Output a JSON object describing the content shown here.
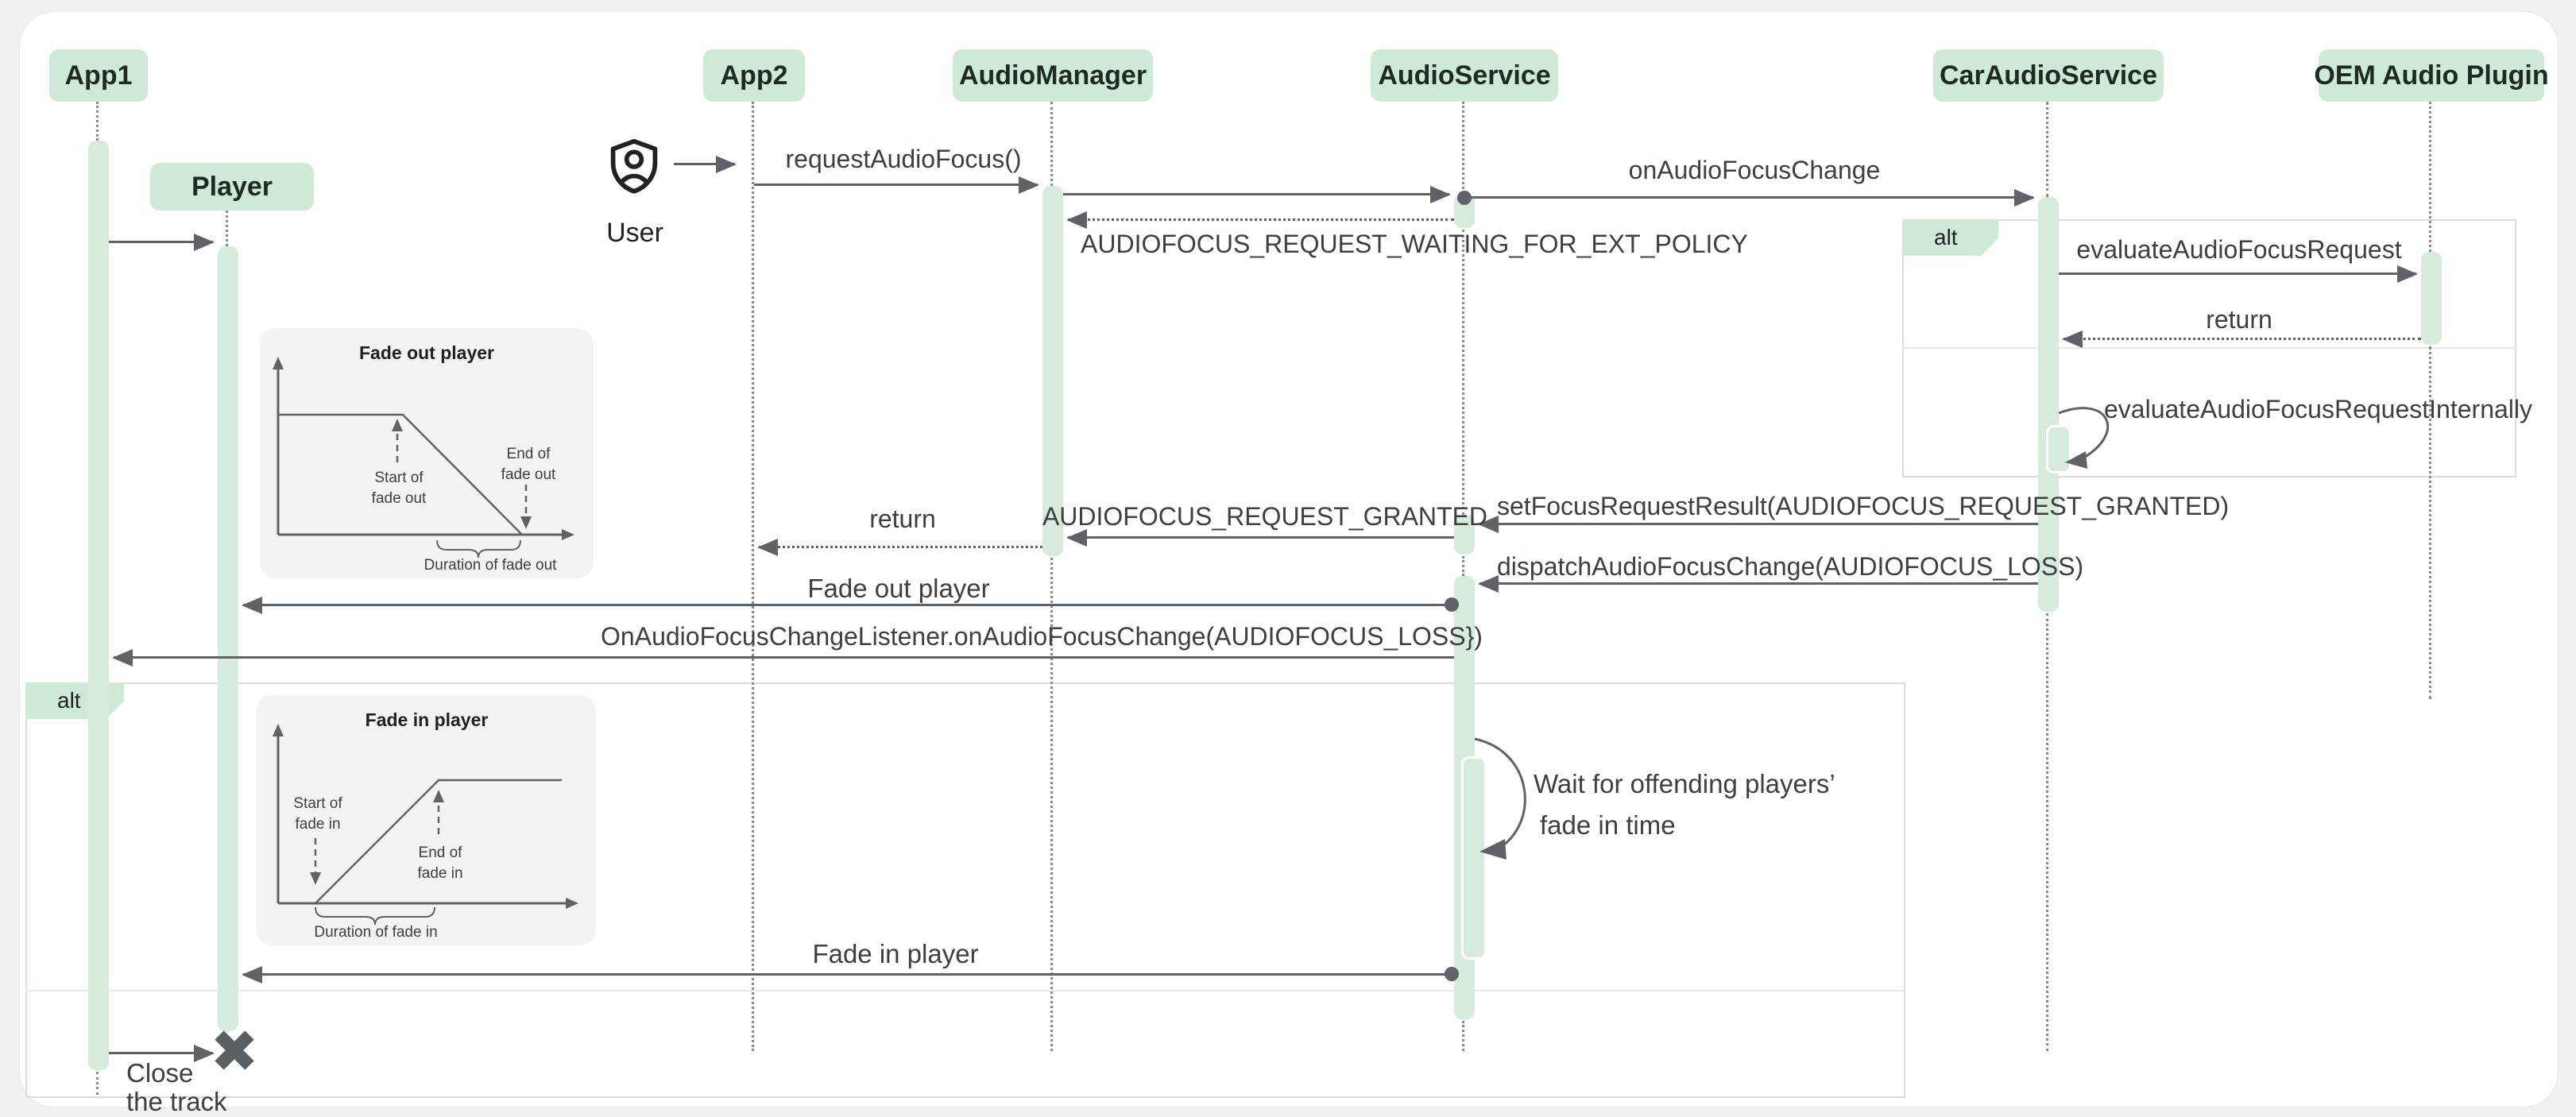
{
  "participants": [
    {
      "label": "App1"
    },
    {
      "label": "App2"
    },
    {
      "label": "AudioManager"
    },
    {
      "label": "AudioService"
    },
    {
      "label": "CarAudioService"
    },
    {
      "label": "OEM Audio Plugin"
    }
  ],
  "objects": {
    "player": "Player"
  },
  "actor": {
    "label": "User"
  },
  "frames": [
    {
      "operator": "alt"
    },
    {
      "operator": "alt"
    }
  ],
  "messages": {
    "request_audio_focus": "requestAudioFocus()",
    "on_audio_focus_change": "onAudioFocusChange",
    "waiting_policy": "AUDIOFOCUS_REQUEST_WAITING_FOR_EXT_POLICY",
    "evaluate_request": "evaluateAudioFocusRequest",
    "evaluate_return": "return",
    "evaluate_internal": "evaluateAudioFocusRequestInternally",
    "set_focus_result": "setFocusRequestResult(AUDIOFOCUS_REQUEST_GRANTED)",
    "request_granted": "AUDIOFOCUS_REQUEST_GRANTED",
    "manager_return": "return",
    "dispatch_loss": "dispatchAudioFocusChange(AUDIOFOCUS_LOSS)",
    "fade_out_player": "Fade out player",
    "on_focus_loss": "OnAudioFocusChangeListener.onAudioFocusChange(AUDIOFOCUS_LOSS})",
    "wait_note_line1": "Wait for offending players’",
    "wait_note_line2": "fade in time",
    "fade_in_player": "Fade in player",
    "close_track_line1": "Close",
    "close_track_line2": "the track"
  },
  "graphs": {
    "fade_out": {
      "title": "Fade out player",
      "start_l1": "Start of",
      "start_l2": "fade out",
      "end_l1": "End of",
      "end_l2": "fade out",
      "duration": "Duration of fade out"
    },
    "fade_in": {
      "title": "Fade in player",
      "start_l1": "Start of",
      "start_l2": "fade in",
      "end_l1": "End of",
      "end_l2": "fade in",
      "duration": "Duration of fade in"
    }
  },
  "colors": {
    "participant_fill": "#ceead6",
    "activation_fill": "#d6ebdc",
    "line": "#5f6368",
    "frame_border": "#dadce0",
    "page_background": "#eff1f3",
    "inset_background": "#f1f3f4"
  }
}
